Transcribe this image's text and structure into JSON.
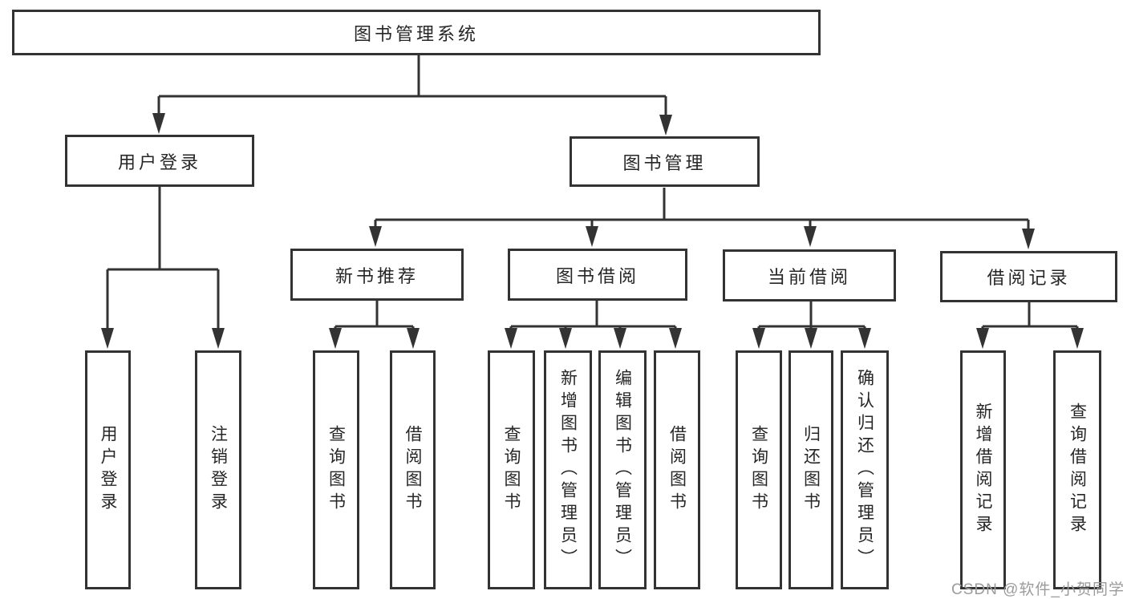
{
  "diagram": {
    "root": {
      "label": "图书管理系统"
    },
    "branches": {
      "login": {
        "label": "用户登录",
        "children": [
          {
            "label": "用户登录"
          },
          {
            "label": "注销登录"
          }
        ]
      },
      "management": {
        "label": "图书管理",
        "groups": [
          {
            "label": "新书推荐",
            "children": [
              {
                "label": "查询图书"
              },
              {
                "label": "借阅图书"
              }
            ]
          },
          {
            "label": "图书借阅",
            "children": [
              {
                "label": "查询图书"
              },
              {
                "label": "新增图书（管理员）"
              },
              {
                "label": "编辑图书（管理员）"
              },
              {
                "label": "借阅图书"
              }
            ]
          },
          {
            "label": "当前借阅",
            "children": [
              {
                "label": "查询图书"
              },
              {
                "label": "归还图书"
              },
              {
                "label": "确认归还（管理员）"
              }
            ]
          },
          {
            "label": "借阅记录",
            "children": [
              {
                "label": "新增借阅记录"
              },
              {
                "label": "查询借阅记录"
              }
            ]
          }
        ]
      }
    }
  },
  "watermark": {
    "text": "CSDN @软件_小贺同学"
  },
  "colors": {
    "line": "#333333",
    "box_border": "#333333",
    "text": "#262626",
    "watermark": "#9b9b9b",
    "background": "#ffffff"
  }
}
